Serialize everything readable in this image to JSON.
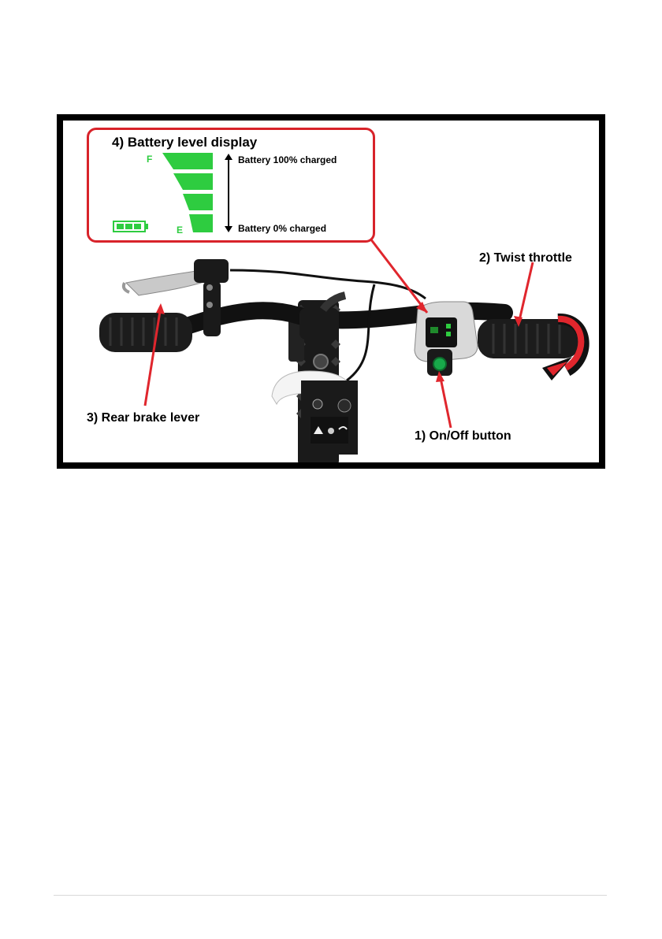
{
  "figure": {
    "callout": {
      "title": "4) Battery level display",
      "full_marker": "F",
      "empty_marker": "E",
      "full_note": "Battery 100% charged",
      "empty_note": "Battery 0% charged"
    },
    "labels": {
      "throttle": "2) Twist throttle",
      "brake": "3) Rear brake lever",
      "on_off": "1) On/Off button"
    },
    "colors": {
      "frame": "#000000",
      "callout_border": "#d8232a",
      "arrow": "#e0262d",
      "battery_green": "#2ecc40"
    }
  }
}
